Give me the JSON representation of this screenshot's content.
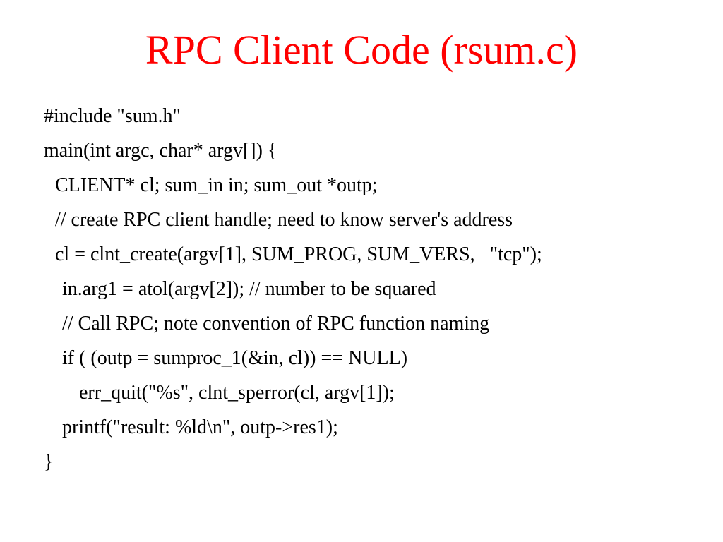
{
  "slide": {
    "title": "RPC Client Code (rsum.c)",
    "title_color": "#ff0000",
    "code_lines": [
      "#include \"sum.h\"",
      "main(int argc, char* argv[]) {",
      "CLIENT* cl; sum_in in; sum_out *outp;",
      "// create RPC client handle; need to know server's address",
      "cl = clnt_create(argv[1], SUM_PROG, SUM_VERS,   \"tcp\");",
      "in.arg1 = atol(argv[2]); // number to be squared",
      "// Call RPC; note convention of RPC function naming",
      "if ( (outp = sumproc_1(&in, cl)) == NULL)",
      "err_quit(\"%s\", clnt_sperror(cl, argv[1]);",
      "printf(\"result: %ld\\n\", outp->res1);",
      "}"
    ]
  }
}
